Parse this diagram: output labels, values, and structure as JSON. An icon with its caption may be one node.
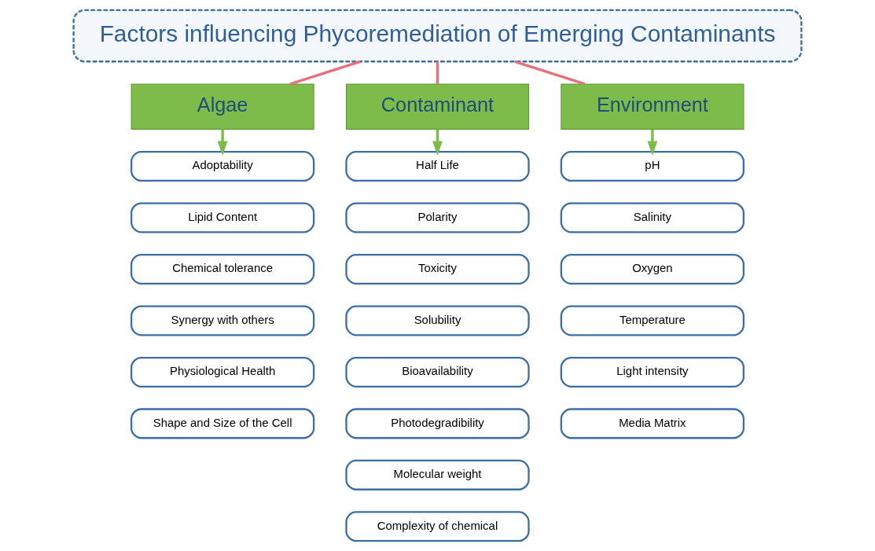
{
  "diagram": {
    "nodes": [
      {
        "text": [
          "Factors influencing Phycoremediation of Emerging Contaminants"
        ]
      },
      {
        "text": [
          "Algae"
        ]
      },
      {
        "text": [
          "Adoptability"
        ]
      },
      {
        "text": [
          "Lipid Content"
        ]
      },
      {
        "text": [
          "Chemical tolerance"
        ]
      },
      {
        "text": [
          "Synergy with others"
        ]
      },
      {
        "text": [
          "Physiological Health"
        ]
      },
      {
        "text": [
          "Shape and Size of the Cell"
        ]
      },
      {
        "text": [
          "Contaminant"
        ]
      },
      {
        "text": [
          "Half Life"
        ]
      },
      {
        "text": [
          "Polarity"
        ]
      },
      {
        "text": [
          "Toxicity"
        ]
      },
      {
        "text": [
          "Solubility"
        ]
      },
      {
        "text": [
          "Bioavailability"
        ]
      },
      {
        "text": [
          "Photodegradibility"
        ]
      },
      {
        "text": [
          "Molecular weight"
        ]
      },
      {
        "text": [
          "Complexity of chemical"
        ]
      },
      {
        "text": [
          "Environment"
        ]
      },
      {
        "text": [
          "pH"
        ]
      },
      {
        "text": [
          "Salinity"
        ]
      },
      {
        "text": [
          "Oxygen"
        ]
      },
      {
        "text": [
          "Temperature"
        ]
      },
      {
        "text": [
          "Light intensity"
        ]
      },
      {
        "text": [
          "Media Matrix"
        ]
      }
    ],
    "edges": [
      {
        "from": 0,
        "to": 1,
        "arrow": "none",
        "color": "#e8707a"
      },
      {
        "from": 0,
        "to": 8,
        "arrow": "none",
        "color": "#e8707a"
      },
      {
        "from": 0,
        "to": 17,
        "arrow": "none",
        "color": "#e8707a"
      },
      {
        "from": 1,
        "to": 2,
        "arrow": "to",
        "color": "#7dbb4a"
      },
      {
        "from": 8,
        "to": 9,
        "arrow": "to",
        "color": "#7dbb4a"
      },
      {
        "from": 17,
        "to": 18,
        "arrow": "to",
        "color": "#7dbb4a"
      }
    ]
  }
}
